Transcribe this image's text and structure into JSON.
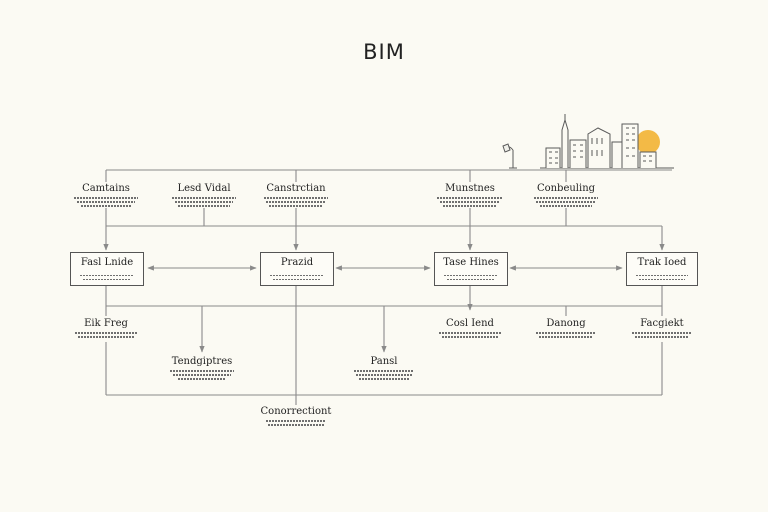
{
  "title": "BIM",
  "top_labels": {
    "col1": "Camtains",
    "col2": "Lesd Vidal",
    "col3": "Canstrctian",
    "col4": "Munstnes",
    "col5": "Conbeuling"
  },
  "boxes": {
    "b1": "Fasl Lnide",
    "b2": "Prazid",
    "b3": "Tase Hines",
    "b4": "Trak Ioed"
  },
  "lower_labels": {
    "l1": "Eik Freg",
    "l2": "Tendgiptres",
    "l3": "Pansl",
    "l4": "Cosl Iend",
    "l5": "Danong",
    "l6": "Facgiekt",
    "l7": "Conorrectiont"
  },
  "colors": {
    "background": "#fbfaf3",
    "line": "#8a8a8a",
    "sun": "#f2b233"
  },
  "icons": {
    "city": "city-skyline-icon",
    "lamp": "street-lamp-icon",
    "sun": "sun-icon"
  }
}
